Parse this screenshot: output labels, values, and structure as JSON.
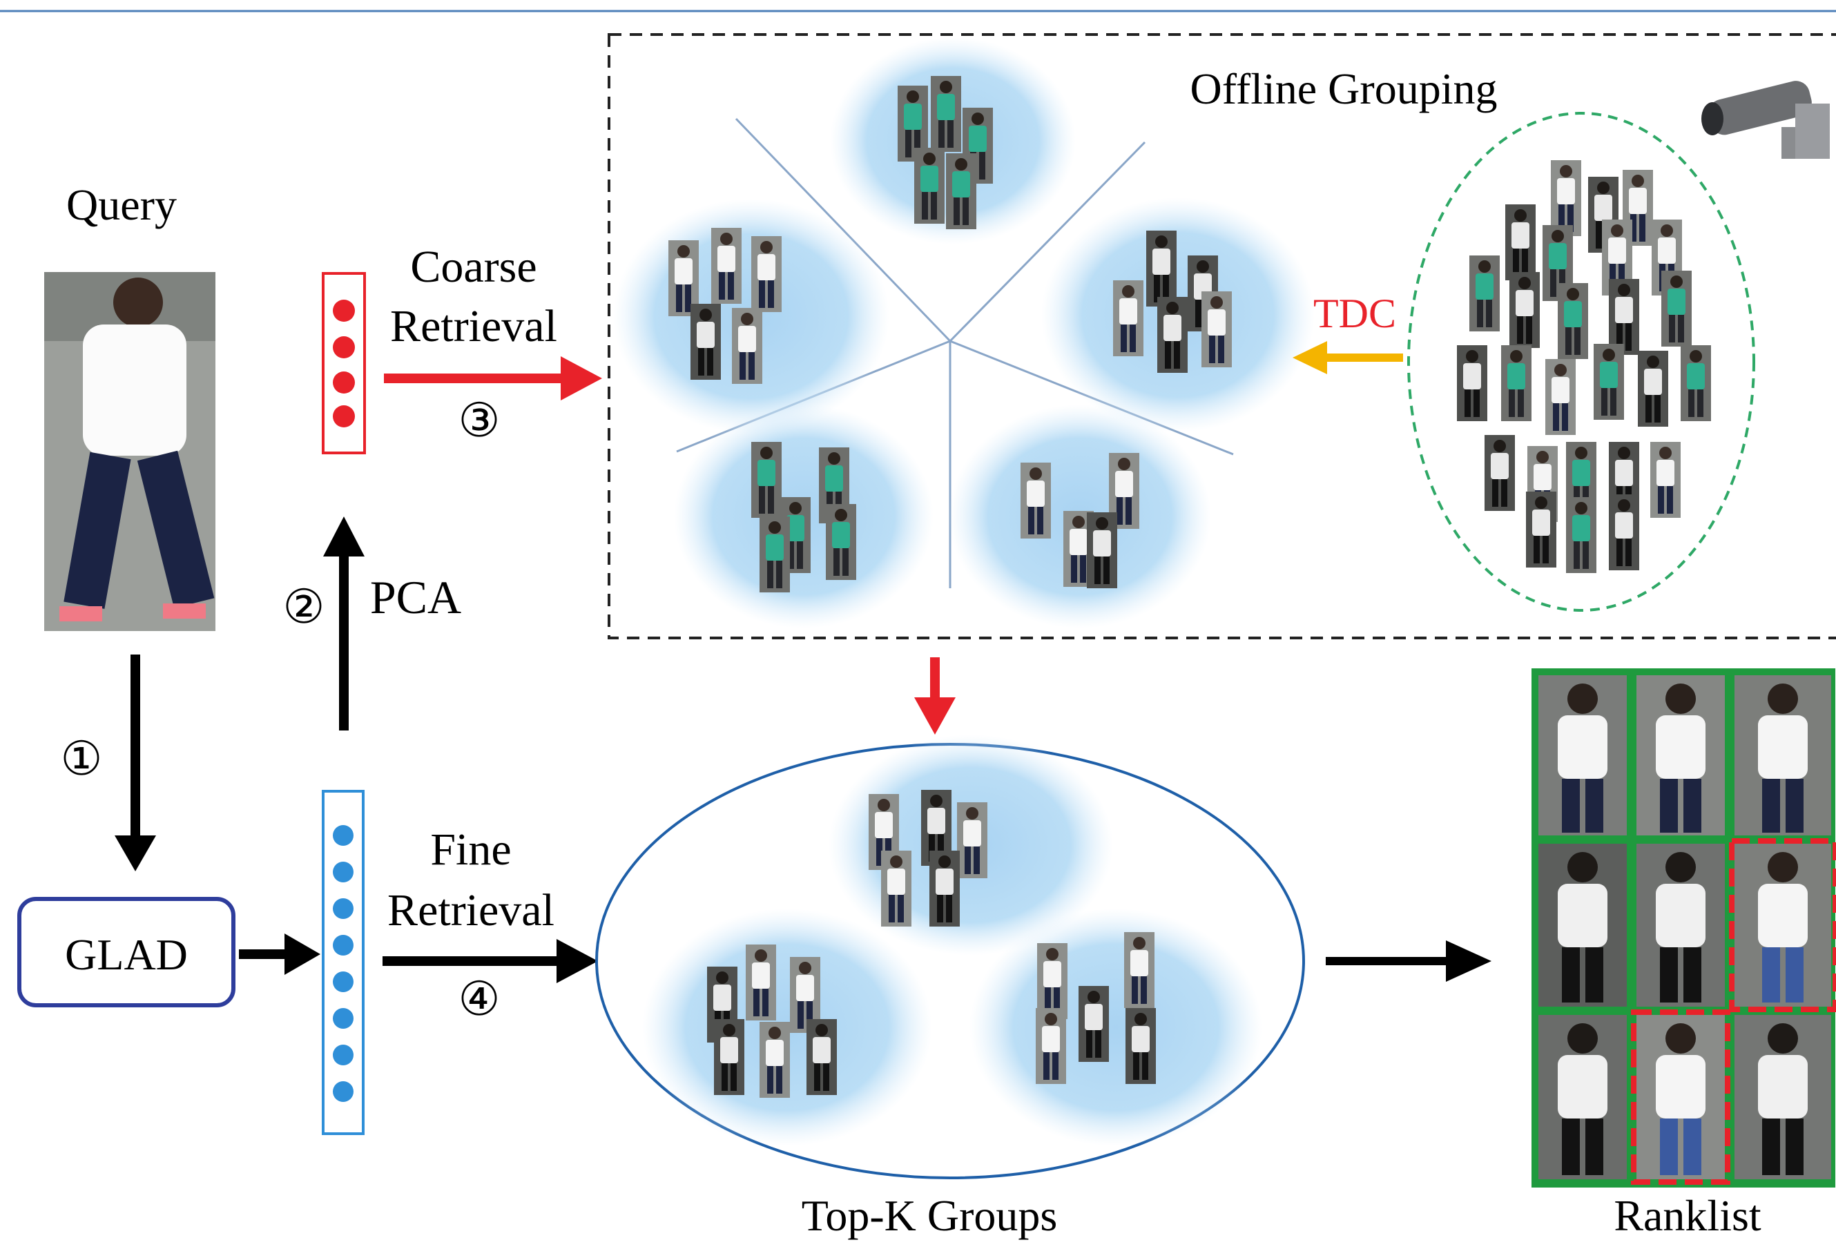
{
  "labels": {
    "query": "Query",
    "coarse_1": "Coarse",
    "coarse_2": "Retrieval",
    "fine_1": "Fine",
    "fine_2": "Retrieval",
    "pca": "PCA",
    "glad": "GLAD",
    "offline_grouping": "Offline Grouping",
    "tdc": "TDC",
    "topk": "Top-K Groups",
    "ranklist": "Ranklist"
  },
  "steps": {
    "s1": "①",
    "s2": "②",
    "s3": "③",
    "s4": "④"
  },
  "colors": {
    "red_arrow": "#e8222a",
    "black_arrow": "#000000",
    "tdc_arrow": "#f4b400",
    "tdc_text": "#e8222a",
    "glad_border": "#2e3d9c",
    "cluster_fill": "#a9d3f2",
    "blue_dot": "#2f8fd8",
    "red_dot": "#e8222a",
    "green_border": "#1f9a3e",
    "topk_border": "#1e5fa8",
    "gallery_border": "#2ea866"
  },
  "icons": {
    "camera": "surveillance-camera-icon",
    "person": "pedestrian-image"
  }
}
